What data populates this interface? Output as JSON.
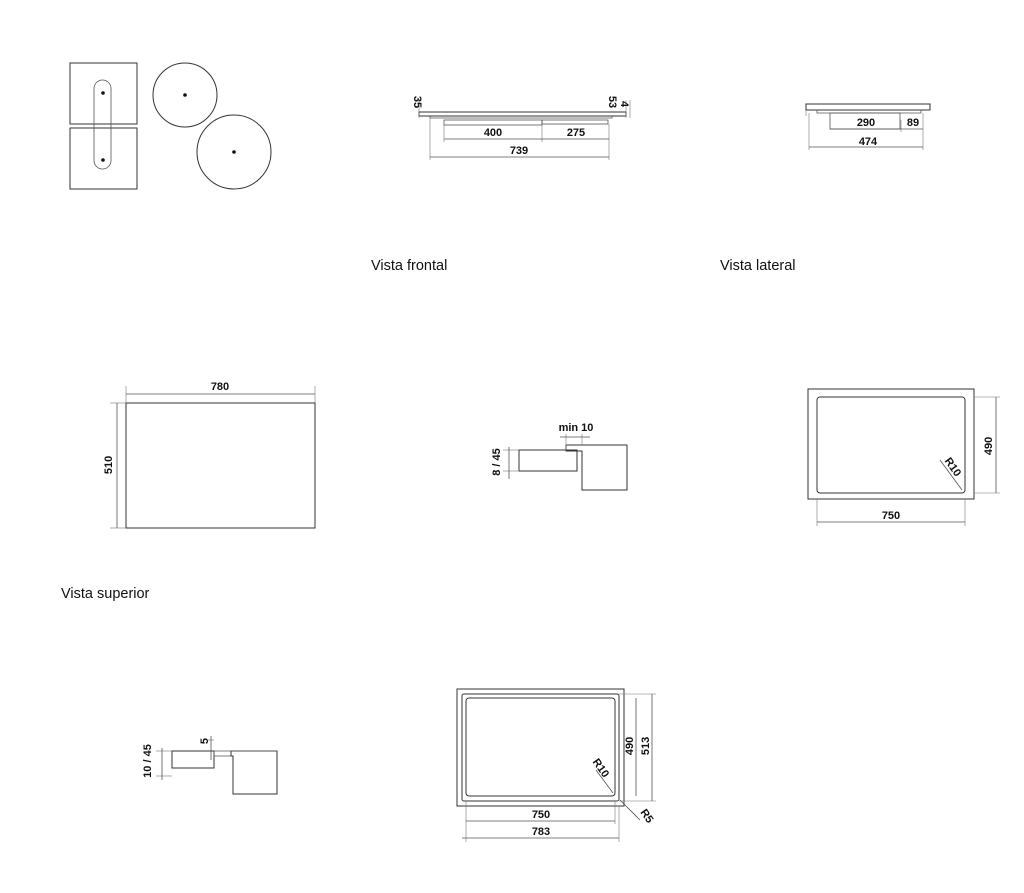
{
  "captions": {
    "front": "Vista frontal",
    "side": "Vista lateral",
    "top": "Vista superior"
  },
  "dims": {
    "front_h1": "35",
    "front_h2": "53",
    "front_h3": "4",
    "front_w1": "400",
    "front_w2": "275",
    "front_total": "739",
    "side_w1": "290",
    "side_w2": "89",
    "side_total": "474",
    "top_w": "780",
    "top_h": "510",
    "flush_min": "min 10",
    "flush_thick": "8 / 45",
    "cut_r": "R10",
    "cut_h": "490",
    "cut_w": "750",
    "surf_thick": "10 / 45",
    "surf_step": "5",
    "surf_r10": "R10",
    "surf_r5": "R5",
    "surf_h1": "490",
    "surf_h2": "513",
    "surf_w1": "750",
    "surf_w2": "783"
  },
  "icons": {
    "zone_dot": "zone-center-dot",
    "flex_zone": "flex-zone-slot"
  }
}
